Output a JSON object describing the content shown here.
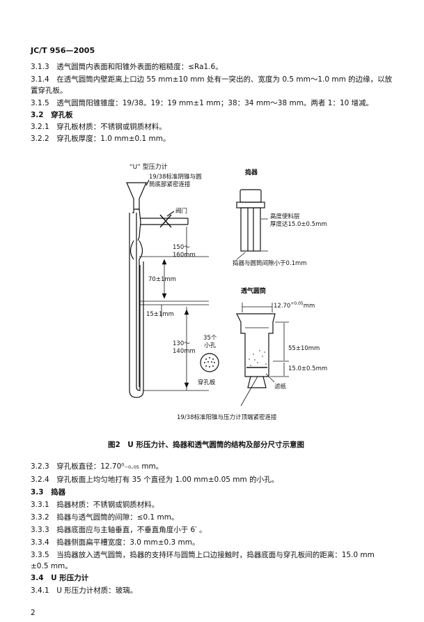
{
  "header": {
    "code": "JC/T 956—2005"
  },
  "top_lines": [
    "3.1.3　透气圆筒内表面和阳锥外表面的粗糙度：≤Ra1.6。",
    "3.1.4　在透气圆筒内壁距离上口边 55 mm±10 mm 处有一突出的、宽度为 0.5 mm～1.0 mm 的边缘，以放",
    "置穿孔板。",
    "3.1.5　透气圆筒阳锥锥度：19/38。19：19 mm±1 mm；38：34 mm～38 mm。两者 1：10 增减。",
    "3.2　穿孔板",
    "3.2.1　穿孔板材质：不锈钢或铜质材料。",
    "3.2.2　穿孔板厚度：1.0 mm±0.1 mm。"
  ],
  "figure": {
    "left_title": "“U” 型压力计",
    "label_joint": "19/38标准阴锥与圆\n筒底部紧密连接",
    "label_valve": "阀门",
    "dim_150": "150～\n160mm",
    "dim_70": "70±1mm",
    "dim_15": "15±1mm",
    "dim_130": "130～\n140mm",
    "label_35holes": "35个\n小孔",
    "label_plate": "穿孔板",
    "tamper_title": "捣器",
    "label_height": "高度使料层\n厚度达15.0±0.5mm",
    "label_gap": "捣器与圆筒间隙小于0.1mm",
    "cell_title": "透气圆筒",
    "dim_1270": "12.70",
    "dim_1270_sup": "+0.05",
    "dim_1270_unit": "mm",
    "dim_55": "55±10mm",
    "dim_15_05": "15.0±0.5mm",
    "label_filter": "滤纸",
    "label_bottom": "19/38标准阳锥与压力计顶端紧密连接",
    "caption": "图2　U 形压力计、捣器和透气圆筒的结构及部分尺寸示意图"
  },
  "bottom_lines": [
    "3.2.3　穿孔板直径：12.70⁰₋₀.₀₅ mm。",
    "3.2.4　穿孔板面上均匀地打有 35 个直径为 1.00 mm±0.05 mm 的小孔。",
    "3.3　捣器",
    "3.3.1　捣器材质：不锈钢或铜质材料。",
    "3.3.2　捣器与透气圆筒的间隙：≤0.1 mm。",
    "3.3.3　捣器底面应与主轴垂直，不垂直角度小于 6′ 。",
    "3.3.4　捣器侧面扁平槽宽度：3.0 mm±0.3 mm。",
    "3.3.5　当捣器放入透气圆筒，捣器的支持环与圆筒上口边接触时，捣器底面与穿孔板间的距离：15.0 mm",
    "±0.5 mm。",
    "3.4　U 形压力计",
    "3.4.1　U 形压力计材质：玻璃。"
  ],
  "footer": {
    "page_number": "2"
  }
}
